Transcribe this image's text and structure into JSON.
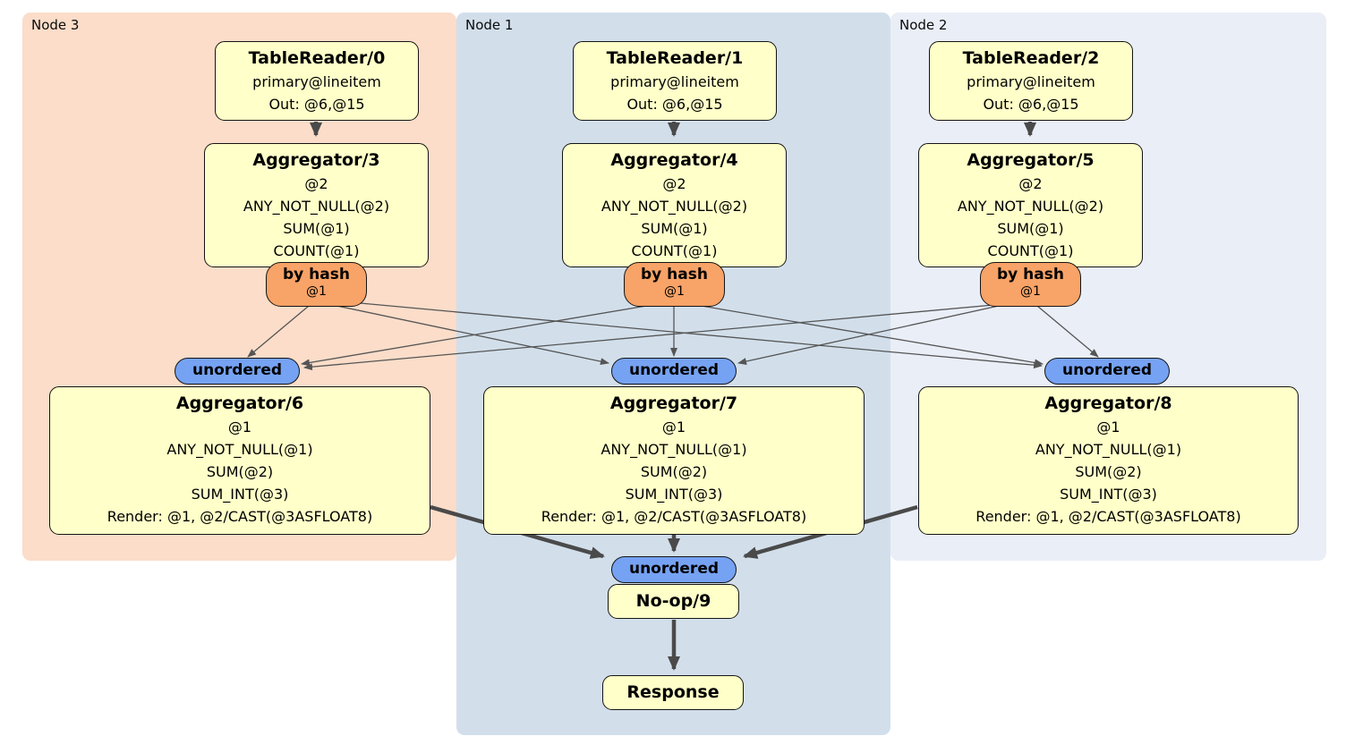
{
  "regions": [
    {
      "id": "node3",
      "label": "Node 3",
      "bg": "#fbddc9"
    },
    {
      "id": "node1",
      "label": "Node 1",
      "bg": "#d2dfeb"
    },
    {
      "id": "node2",
      "label": "Node 2",
      "bg": "#eaeef7"
    }
  ],
  "processors": [
    {
      "id": "tr0",
      "title": "TableReader/0",
      "rows": [
        "primary@lineitem",
        "Out: @6,@15"
      ]
    },
    {
      "id": "tr1",
      "title": "TableReader/1",
      "rows": [
        "primary@lineitem",
        "Out: @6,@15"
      ]
    },
    {
      "id": "tr2",
      "title": "TableReader/2",
      "rows": [
        "primary@lineitem",
        "Out: @6,@15"
      ]
    },
    {
      "id": "ag3",
      "title": "Aggregator/3",
      "rows": [
        "@2",
        "ANY_NOT_NULL(@2)",
        "SUM(@1)",
        "COUNT(@1)"
      ]
    },
    {
      "id": "ag4",
      "title": "Aggregator/4",
      "rows": [
        "@2",
        "ANY_NOT_NULL(@2)",
        "SUM(@1)",
        "COUNT(@1)"
      ]
    },
    {
      "id": "ag5",
      "title": "Aggregator/5",
      "rows": [
        "@2",
        "ANY_NOT_NULL(@2)",
        "SUM(@1)",
        "COUNT(@1)"
      ]
    },
    {
      "id": "ag6",
      "title": "Aggregator/6",
      "rows": [
        "@1",
        "ANY_NOT_NULL(@1)",
        "SUM(@2)",
        "SUM_INT(@3)",
        "Render: @1, @2/CAST(@3ASFLOAT8)"
      ]
    },
    {
      "id": "ag7",
      "title": "Aggregator/7",
      "rows": [
        "@1",
        "ANY_NOT_NULL(@1)",
        "SUM(@2)",
        "SUM_INT(@3)",
        "Render: @1, @2/CAST(@3ASFLOAT8)"
      ]
    },
    {
      "id": "ag8",
      "title": "Aggregator/8",
      "rows": [
        "@1",
        "ANY_NOT_NULL(@1)",
        "SUM(@2)",
        "SUM_INT(@3)",
        "Render: @1, @2/CAST(@3ASFLOAT8)"
      ]
    },
    {
      "id": "noop9",
      "title": "No-op/9",
      "rows": []
    },
    {
      "id": "response",
      "title": "Response",
      "rows": []
    }
  ],
  "routers": [
    {
      "id": "bh3",
      "label": "by hash",
      "sub": "@1"
    },
    {
      "id": "bh4",
      "label": "by hash",
      "sub": "@1"
    },
    {
      "id": "bh5",
      "label": "by hash",
      "sub": "@1"
    }
  ],
  "streams": [
    {
      "id": "un6",
      "label": "unordered"
    },
    {
      "id": "un7",
      "label": "unordered"
    },
    {
      "id": "un8",
      "label": "unordered"
    },
    {
      "id": "un9",
      "label": "unordered"
    }
  ],
  "edges": [
    {
      "from": "tr0",
      "to": "ag3",
      "style": "thick"
    },
    {
      "from": "tr1",
      "to": "ag4",
      "style": "thick"
    },
    {
      "from": "tr2",
      "to": "ag5",
      "style": "thick"
    },
    {
      "from": "bh3",
      "to": "un6",
      "style": "thin"
    },
    {
      "from": "bh3",
      "to": "un7",
      "style": "thin"
    },
    {
      "from": "bh3",
      "to": "un8",
      "style": "thin"
    },
    {
      "from": "bh4",
      "to": "un6",
      "style": "thin"
    },
    {
      "from": "bh4",
      "to": "un7",
      "style": "thin"
    },
    {
      "from": "bh4",
      "to": "un8",
      "style": "thin"
    },
    {
      "from": "bh5",
      "to": "un6",
      "style": "thin"
    },
    {
      "from": "bh5",
      "to": "un7",
      "style": "thin"
    },
    {
      "from": "bh5",
      "to": "un8",
      "style": "thin"
    },
    {
      "from": "ag6",
      "to": "un9",
      "style": "thick"
    },
    {
      "from": "ag7",
      "to": "un9",
      "style": "thick"
    },
    {
      "from": "ag8",
      "to": "un9",
      "style": "thick"
    },
    {
      "from": "noop9",
      "to": "response",
      "style": "thick"
    }
  ],
  "colors": {
    "node3_bg": "#fbddc9",
    "node1_bg": "#d2dfeb",
    "node2_bg": "#eaeef7",
    "processor_fill": "#ffffc9",
    "router_fill": "#f8a367",
    "stream_fill": "#76a2f3",
    "border": "#141414",
    "edge_thin": "#555555",
    "edge_thick": "#4a4a4a"
  }
}
